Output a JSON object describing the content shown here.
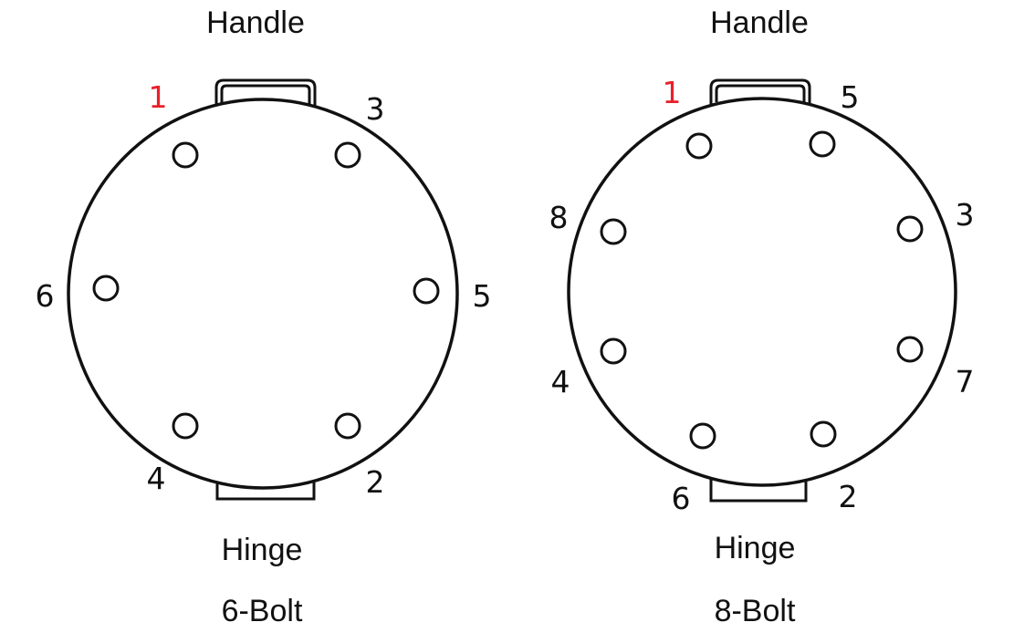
{
  "diagrams": [
    {
      "top_label": "Handle",
      "bottom_label": "Hinge",
      "caption": "6-Bolt",
      "bolt_order": [
        "1",
        "3",
        "5",
        "2",
        "4",
        "6"
      ],
      "first_bolt_color": "#e8202a"
    },
    {
      "top_label": "Handle",
      "bottom_label": "Hinge",
      "caption": "8-Bolt",
      "bolt_order": [
        "1",
        "5",
        "3",
        "7",
        "2",
        "6",
        "4",
        "8"
      ],
      "first_bolt_color": "#e8202a"
    }
  ],
  "colors": {
    "line": "#111111",
    "text": "#111111",
    "highlight": "#e8202a"
  }
}
